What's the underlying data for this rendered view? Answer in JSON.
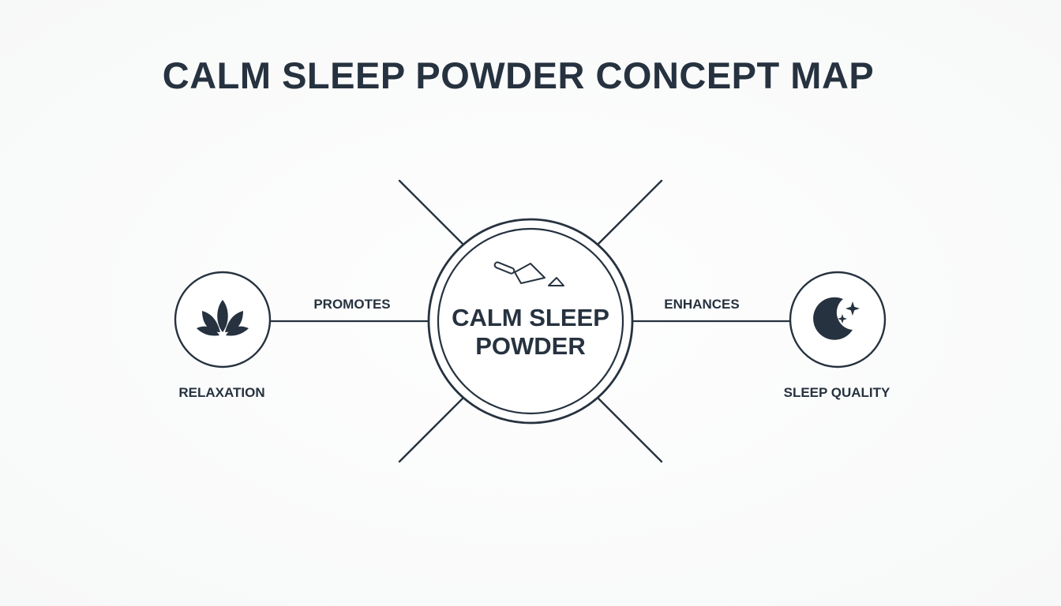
{
  "title": "CALM SLEEP POWDER CONCEPT MAP",
  "center": {
    "line1": "CALM SLEEP",
    "line2": "POWDER",
    "icon": "powder-scoop-icon"
  },
  "nodes": [
    {
      "label": "RELAXATION",
      "icon": "lotus-icon"
    },
    {
      "label": "SLEEP QUALITY",
      "icon": "moon-stars-icon"
    }
  ],
  "edges": [
    {
      "label": "PROMOTES"
    },
    {
      "label": "ENHANCES"
    }
  ],
  "colors": {
    "ink": "#26323f",
    "background": "#fafbfb"
  }
}
